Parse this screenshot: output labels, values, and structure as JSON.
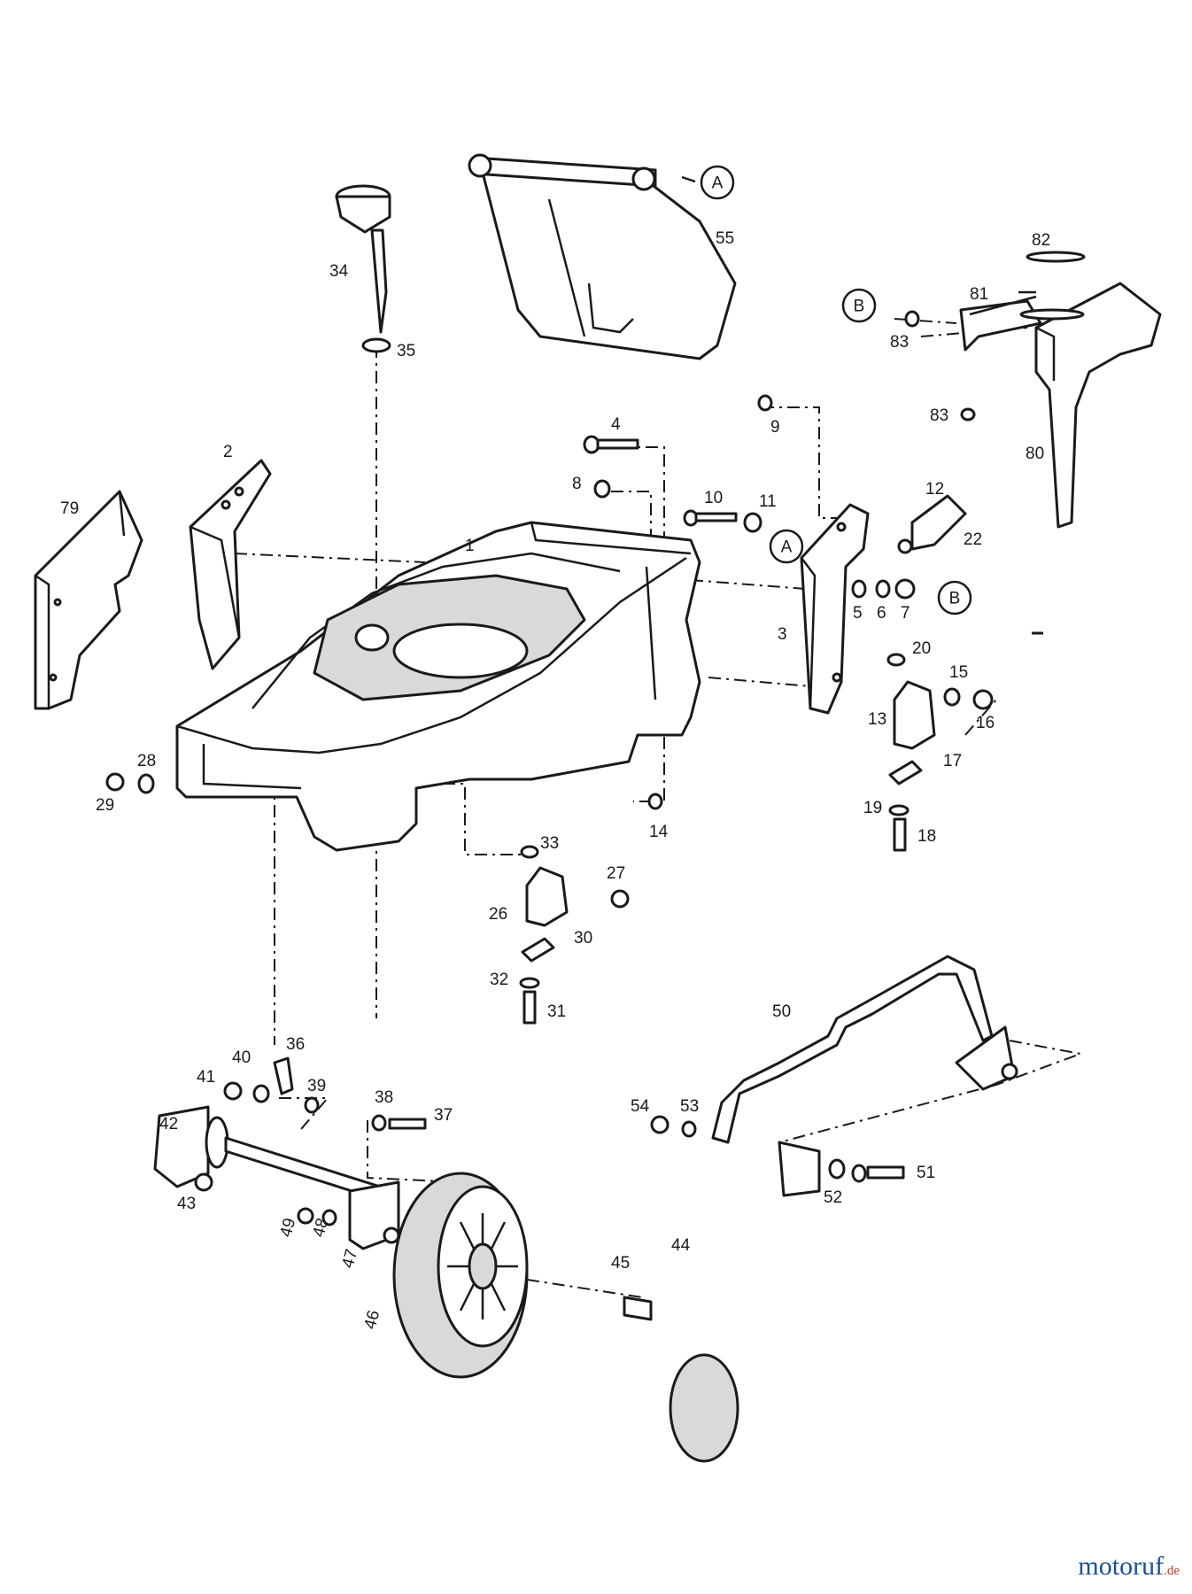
{
  "diagram": {
    "part_numbers": [
      "1",
      "2",
      "3",
      "4",
      "5",
      "6",
      "7",
      "8",
      "9",
      "10",
      "11",
      "12",
      "13",
      "14",
      "15",
      "16",
      "17",
      "18",
      "19",
      "20",
      "22",
      "26",
      "27",
      "28",
      "29",
      "30",
      "31",
      "32",
      "33",
      "34",
      "35",
      "36",
      "37",
      "38",
      "39",
      "40",
      "41",
      "42",
      "43",
      "44",
      "45",
      "46",
      "47",
      "48",
      "49",
      "50",
      "51",
      "52",
      "53",
      "54",
      "55",
      "79",
      "80",
      "81",
      "82",
      "83",
      "83"
    ],
    "references": [
      "A",
      "A",
      "B",
      "B"
    ]
  },
  "brand": {
    "name": "motoruf",
    "tld": ".de",
    "color": "#1d4fa0",
    "tld_color": "#c0392b"
  }
}
